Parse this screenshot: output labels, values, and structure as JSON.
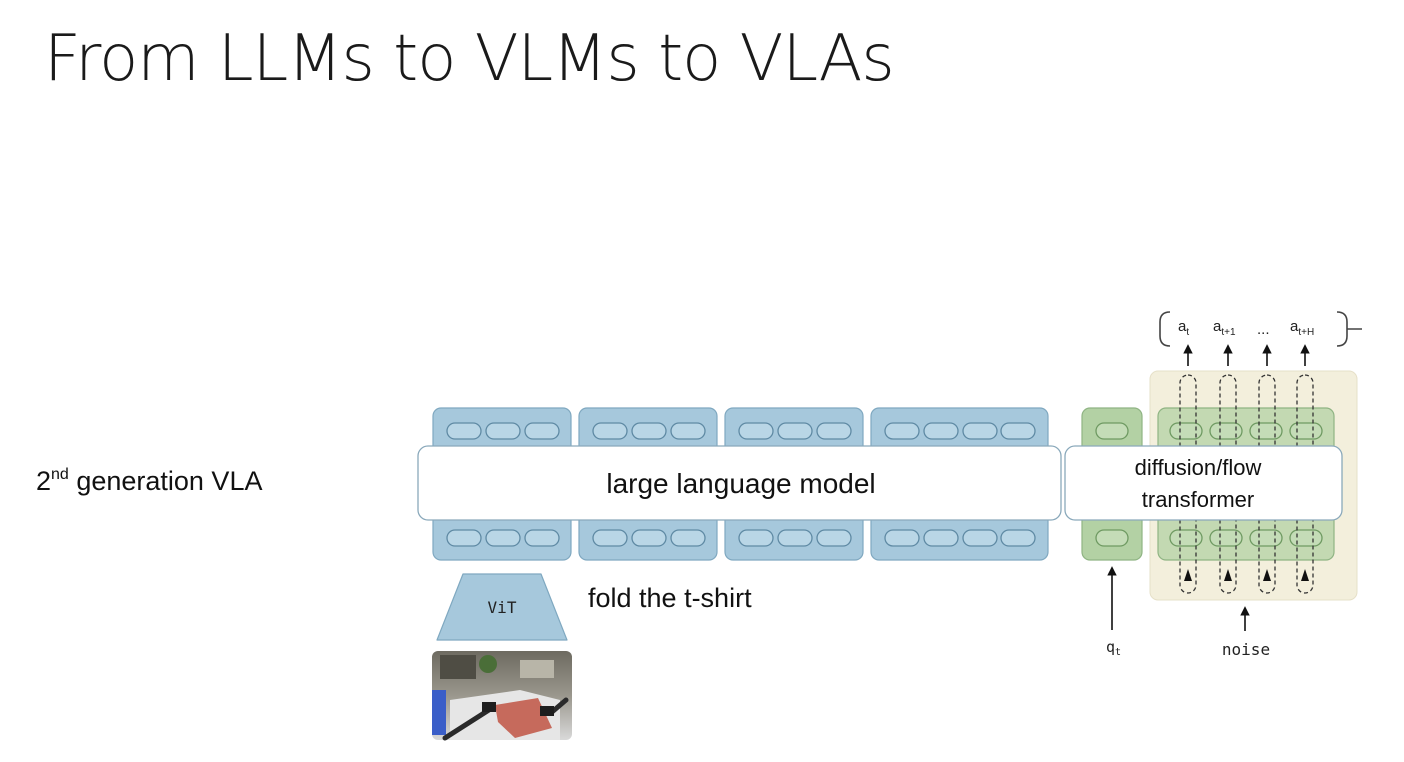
{
  "slide": {
    "title": "From LLMs to VLMs to VLAs",
    "side_label": {
      "ordinal": "2",
      "suffix": "nd",
      "text": " generation VLA"
    }
  },
  "diagram": {
    "llm_label": "large language model",
    "expert_label_line1": "diffusion/flow",
    "expert_label_line2": "transformer",
    "vit_label": "ViT",
    "instruction": "fold the t-shirt",
    "state_label": "q",
    "state_sub": "t",
    "noise_label": "noise",
    "actions": [
      {
        "base": "a",
        "sub": "t"
      },
      {
        "base": "a",
        "sub": "t+1"
      },
      {
        "base": "...",
        "sub": ""
      },
      {
        "base": "a",
        "sub": "t+H"
      }
    ],
    "colors": {
      "llm_block": "#a6c8dc",
      "llm_border": "#7fa8c0",
      "expert_block": "#b3d1a4",
      "expert_border": "#8fb483",
      "action_panel": "#f3efdc"
    }
  }
}
